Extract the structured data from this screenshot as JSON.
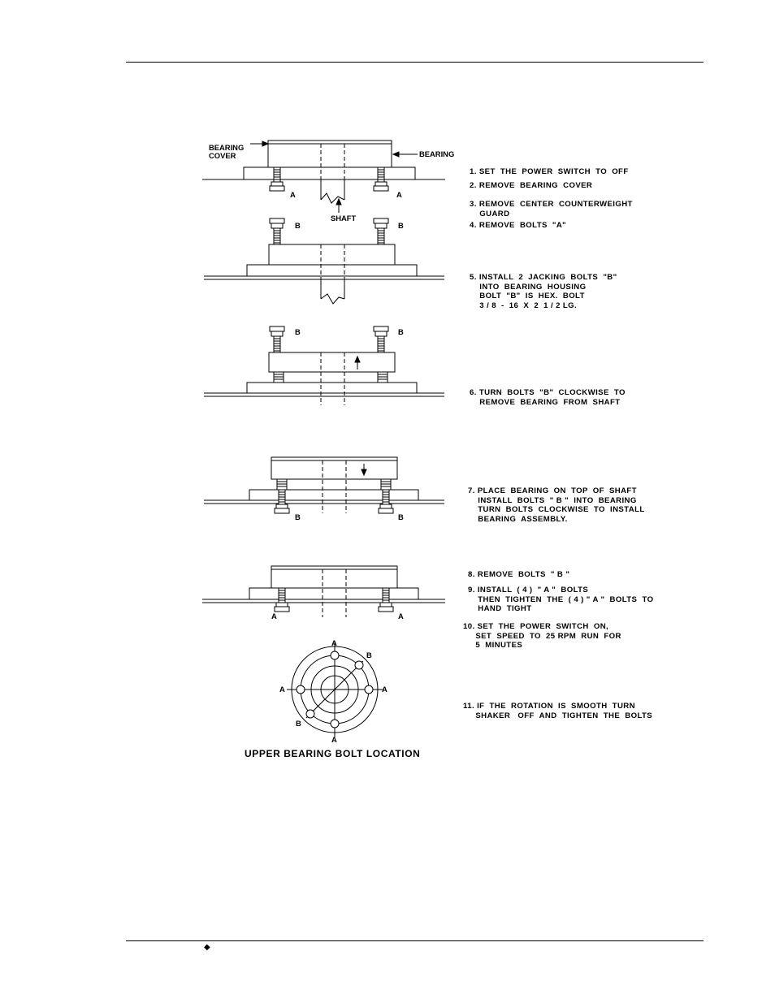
{
  "labels": {
    "bearing_cover": "BEARING\nCOVER",
    "bearing": "BEARING",
    "shaft": "SHAFT",
    "bolt_a": "A",
    "bolt_b": "B"
  },
  "steps": [
    "1. SET  THE  POWER  SWITCH  TO  OFF",
    "2. REMOVE  BEARING  COVER",
    "3. REMOVE  CENTER  COUNTERWEIGHT\n    GUARD",
    "4. REMOVE  BOLTS  \"A\"",
    "5. INSTALL  2  JACKING  BOLTS  \"B\"\n    INTO  BEARING  HOUSING\n    BOLT  \"B\"  IS  HEX.  BOLT\n    3 / 8  -  16  X  2  1 / 2 LG.",
    "6. TURN  BOLTS  \"B\"  CLOCKWISE  TO\n    REMOVE  BEARING  FROM  SHAFT",
    "7. PLACE  BEARING  ON  TOP  OF  SHAFT\n    INSTALL  BOLTS  \" B \"  INTO  BEARING\n    TURN  BOLTS  CLOCKWISE  TO  INSTALL\n    BEARING  ASSEMBLY.",
    "8. REMOVE  BOLTS  \" B \"",
    "9. INSTALL  ( 4 )  \" A \"  BOLTS\n    THEN  TIGHTEN  THE  ( 4 ) \" A \"  BOLTS  TO\n    HAND  TIGHT",
    "10. SET  THE  POWER  SWITCH  ON,\n     SET  SPEED  TO  25 RPM  RUN  FOR\n     5  MINUTES",
    "11. IF  THE  ROTATION  IS  SMOOTH  TURN\n     SHAKER   OFF  AND  TIGHTEN  THE  BOLTS"
  ],
  "caption": "UPPER  BEARING  BOLT  LOCATION",
  "footer_mark": "◆",
  "icons": {
    "footer": "diamond-bullet-icon"
  }
}
